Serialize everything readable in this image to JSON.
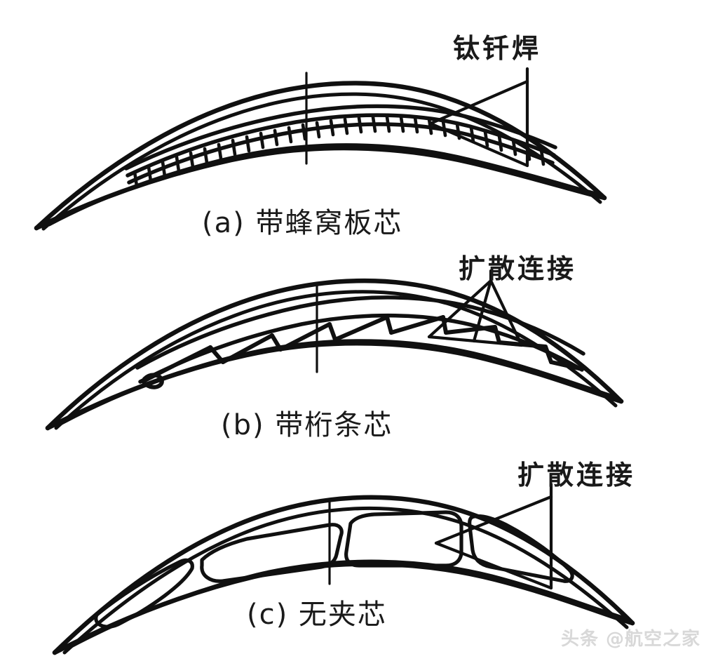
{
  "figure": {
    "kind": "engineering-cross-section-diagram",
    "subject": "hollow fan blade internal core constructions",
    "background_color": "#ffffff",
    "ink_color": "#101010"
  },
  "panels": [
    {
      "id": "a",
      "caption": "(a) 带蜂窝板芯",
      "callout_label": "钛钎焊",
      "core_type": "honeycomb-panel-core",
      "core_rows": 2,
      "cells_per_row": 30,
      "leader_style": "wedge",
      "has_centerline": true
    },
    {
      "id": "b",
      "caption": "(b) 带桁条芯",
      "callout_label": "扩散连接",
      "core_type": "stringer-truss-core",
      "truss_bays": 7,
      "leader_style": "triangle",
      "has_centerline": true
    },
    {
      "id": "c",
      "caption": "(c) 无夹芯",
      "callout_label": "扩散连接",
      "core_type": "no-core-hollow",
      "cavities": 4,
      "leader_style": "wedge",
      "has_centerline": true
    }
  ],
  "watermark": {
    "text": "头条 @航空之家",
    "color": "#d8d8d8"
  }
}
